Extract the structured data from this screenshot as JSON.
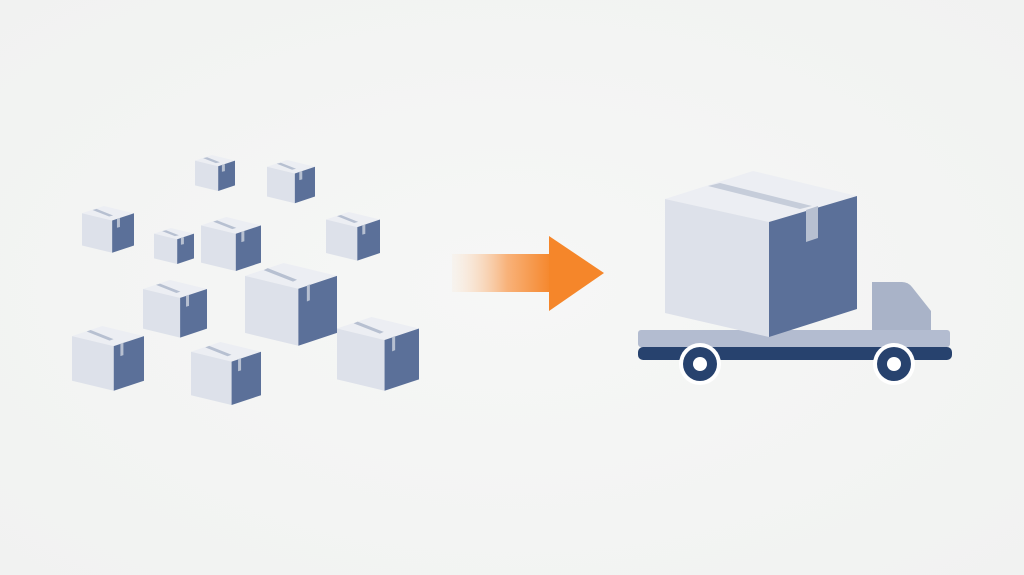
{
  "diagram": {
    "concept": "consolidation",
    "small_boxes": {
      "count": 11
    },
    "arrow": {
      "direction": "right",
      "color_start": "#fbe3cc",
      "color_end": "#f5862a"
    },
    "truck": {
      "cargo": "one large box"
    },
    "colors": {
      "box_front": "#dde1ea",
      "box_side": "#5b7099",
      "box_top": "#eceef3",
      "box_tape": "#b7c0d1",
      "truck_body": "#a9b3c8",
      "truck_chassis": "#27426e",
      "wheel": "#27426e"
    }
  }
}
